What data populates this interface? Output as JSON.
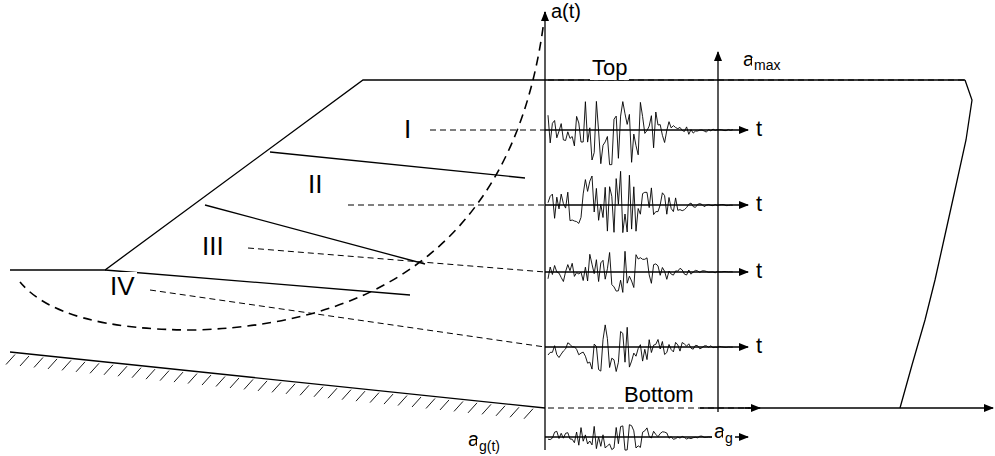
{
  "diagram": {
    "labels": [
      "a(t)",
      "Top",
      "I",
      "II",
      "III",
      "IV",
      "t",
      "t",
      "t",
      "t",
      "Bottom",
      "a",
      "g(t)",
      "a",
      "max",
      "a",
      "g"
    ]
  }
}
